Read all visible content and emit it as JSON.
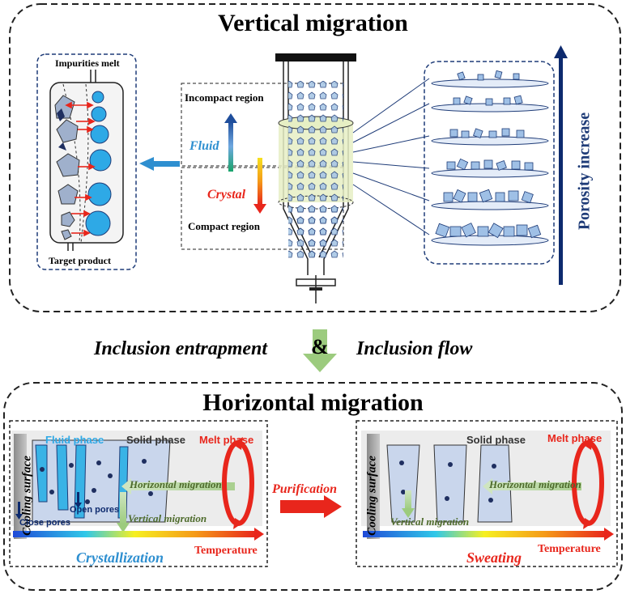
{
  "top": {
    "title": "Vertical migration",
    "left_panel": {
      "top_label": "Impurities melt",
      "bottom_label": "Target product"
    },
    "center": {
      "incompact": "Incompact region",
      "compact": "Compact region",
      "fluid": "Fluid",
      "crystal": "Crystal"
    },
    "right_label": "Porosity increase"
  },
  "middle": {
    "left": "Inclusion entrapment",
    "amp": "&",
    "right": "Inclusion flow"
  },
  "bottom": {
    "title": "Horizontal migration",
    "left_panel": {
      "cooling": "Cooling surface",
      "fluid_phase": "Fluid phase",
      "solid_phase": "Solid phase",
      "melt_phase": "Melt phase",
      "horizontal": "Horizontal migration",
      "vertical": "Vertical migration",
      "open_pores": "Open pores",
      "close_pores": "Close pores",
      "temperature": "Temperature",
      "process": "Crystallization"
    },
    "purification": "Purification",
    "right_panel": {
      "cooling": "Cooling surface",
      "solid_phase": "Solid phase",
      "melt_phase": "Melt phase",
      "horizontal": "Horizontal migration",
      "vertical": "Vertical migration",
      "temperature": "Temperature",
      "process": "Sweating"
    }
  },
  "colors": {
    "accent_blue": "#1f4e9c",
    "fluid_blue": "#2e8fd0",
    "red": "#e8261c",
    "green_text": "#4e6b2c"
  }
}
